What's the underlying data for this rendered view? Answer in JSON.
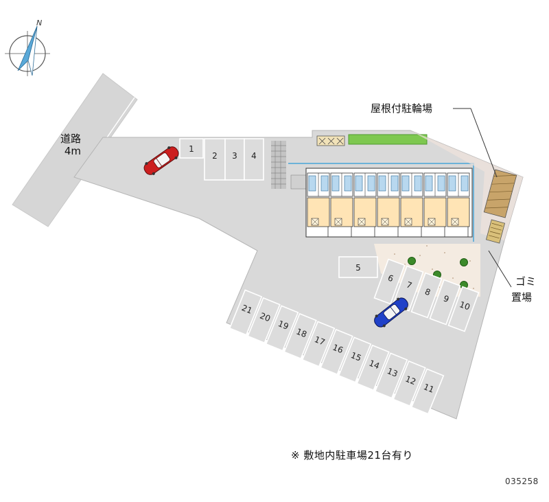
{
  "compass": {
    "north_label": "N"
  },
  "road": {
    "name": "道路",
    "width": "4m"
  },
  "labels": {
    "bike_parking": "屋根付駐輪場",
    "garbage_line1": "ゴミ",
    "garbage_line2": "置場"
  },
  "parking_spaces": [
    "1",
    "2",
    "3",
    "4",
    "5",
    "6",
    "7",
    "8",
    "9",
    "10",
    "11",
    "12",
    "13",
    "14",
    "15",
    "16",
    "17",
    "18",
    "19",
    "20",
    "21"
  ],
  "note": "※ 敷地内駐車場21台有り",
  "property_code": "035258",
  "colors": {
    "lot": "#d9d9d9",
    "road": "#d6d6d6",
    "building_unit": "#ffe4b5",
    "stairs": "#b8d8ef",
    "hedge": "#7ec850",
    "bike_shelter": "#c8a46a",
    "yard": "#f4ebe1",
    "car_red": "#cc1f1f",
    "car_blue": "#2041c8"
  }
}
